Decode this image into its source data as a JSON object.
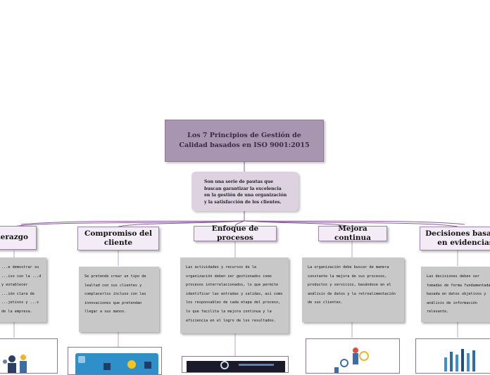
{
  "title": "Los 7 Principios de Gestión de Calidad basados en ISO 9001:2015",
  "subtitle": "Son una serie de pautas que buscan garantizar la excelencia en la gestión de una organización y la satisfacción de los clientes.",
  "colors": {
    "title_bg": "#a895b0",
    "subtitle_bg": "#ddd3e0",
    "topic_bg": "#f3ecf6",
    "desc_bg": "#c8c8c8",
    "link": "#8a5ca0"
  },
  "topics": [
    {
      "title": "Liderazgo",
      "description": "...e demostrar su ...iso con la ...d y establecer ...ión clara de ...jetivos y ...s de la empresa."
    },
    {
      "title": "Compromiso del cliente",
      "description": "Se pretende crear un tipo de lealtad con sus clientes y complacerlos incluso con las innovaciones que pretendan llegar a sus manos."
    },
    {
      "title": "Enfoque de procesos",
      "description": "Las actividades y recursos de la organización deben ser gestionados como procesos interrelacionados, lo que permite identificar las entradas y salidas, así como los responsables de cada etapa del proceso, lo que facilita la mejora continua y la eficiencia en el logro de los resultados."
    },
    {
      "title": "Mejora continua",
      "description": "La organización debe buscar de manera constante la mejora de sus procesos, productos y servicios, basándose en el análisis de datos y la retroalimentación de sus clientes."
    },
    {
      "title": "Decisiones basadas en evidencias",
      "description": "Las decisiones deben ser tomadas de forma fundamentada, basada en datos objetivos y análisis de información relevante."
    }
  ]
}
